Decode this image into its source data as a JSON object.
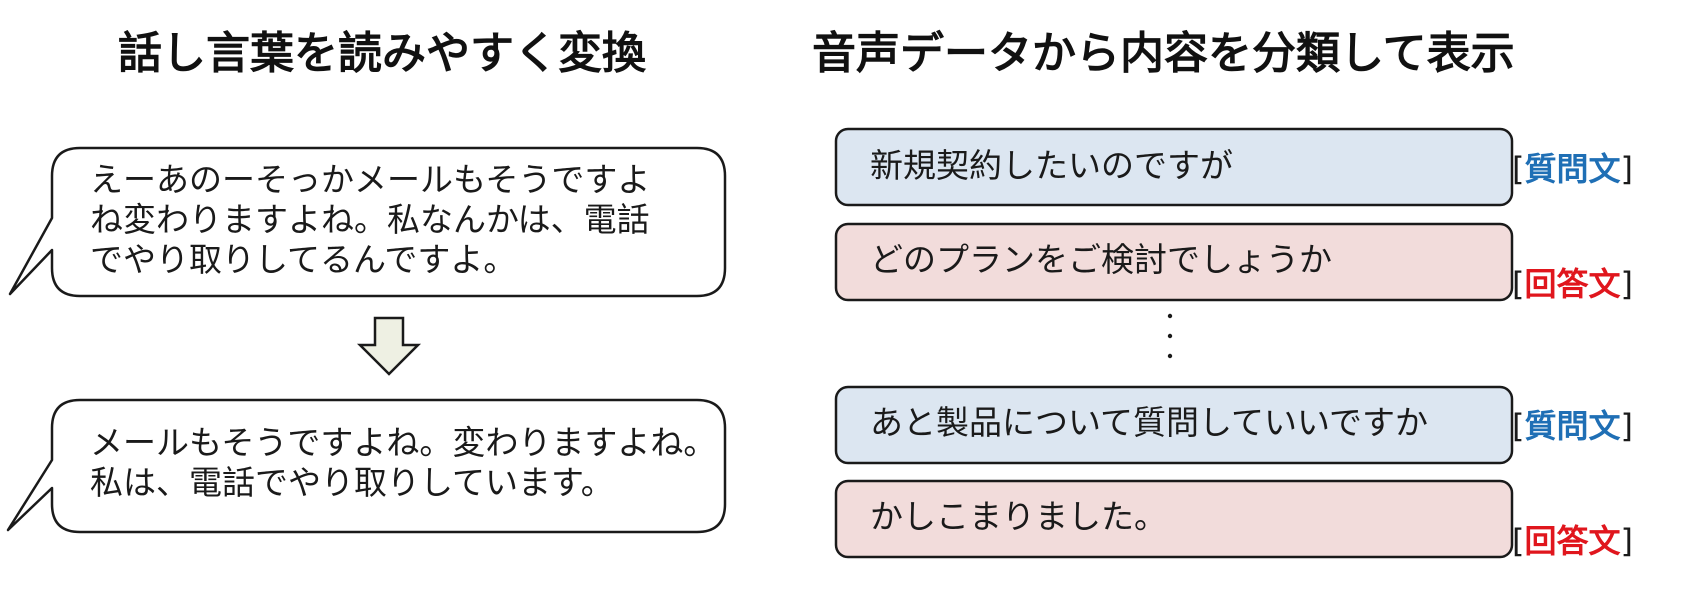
{
  "left_panel": {
    "title": "話し言葉を読みやすく変換",
    "original_lines": [
      "えーあのーそっかメールもそうですよ",
      "ね変わりますよね。私なんかは、電話",
      "でやり取りしてるんですよ。"
    ],
    "converted_lines": [
      "メールもそうですよね。変わりますよね。",
      "私は、電話でやり取りしています。"
    ]
  },
  "right_panel": {
    "title": "音声データから内容を分類して表示",
    "utterances": [
      {
        "text": "新規契約したいのですが",
        "type": "question",
        "tag_open": "[",
        "tag_label": "質問文",
        "tag_close": "]"
      },
      {
        "text": "どのプランをご検討でしょうか",
        "type": "answer",
        "tag_open": "[",
        "tag_label": "回答文",
        "tag_close": "]"
      },
      {
        "text": "あと製品について質問していいですか",
        "type": "question",
        "tag_open": "[",
        "tag_label": "質問文",
        "tag_close": "]"
      },
      {
        "text": "かしこまりました。",
        "type": "answer",
        "tag_open": "[",
        "tag_label": "回答文",
        "tag_close": "]"
      }
    ]
  },
  "colors": {
    "question_fill": "#dce6f1",
    "answer_fill": "#f2dcdb",
    "question_label": "#1f6fb5",
    "answer_label": "#e0161d",
    "arrow_fill": "#eef0e3",
    "outline": "#1a1a1a"
  },
  "icons": {
    "arrow": "down-arrow-icon",
    "ellipsis": "vertical-ellipsis-icon"
  }
}
